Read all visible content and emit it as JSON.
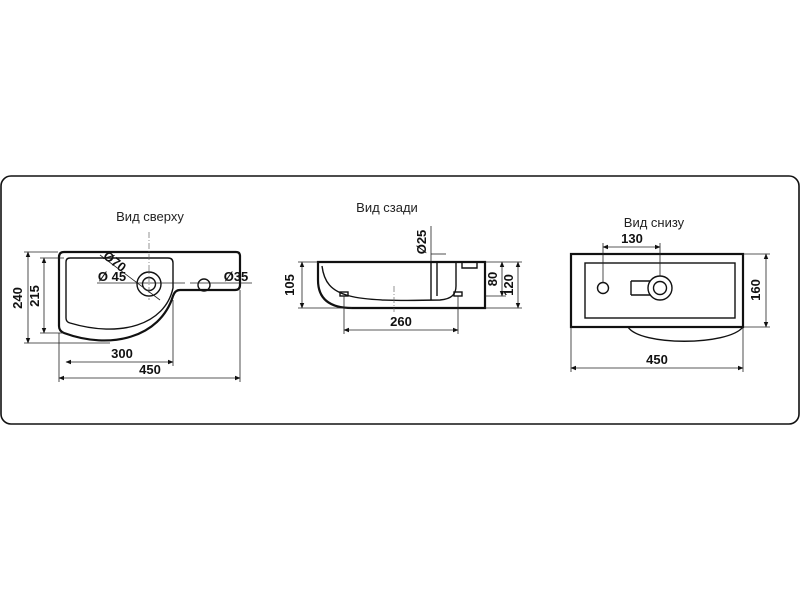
{
  "views": {
    "top": {
      "title": "Вид сверху",
      "dims": {
        "width_total": "450",
        "width_bowl": "300",
        "depth_total": "240",
        "depth_bowl": "215",
        "drain_outer": "Ø70",
        "drain_inner": "Ø 45",
        "tap_hole": "Ø35"
      }
    },
    "back": {
      "title": "Вид сзади",
      "dims": {
        "height_left": "105",
        "height_right_inner": "80",
        "height_right_outer": "120",
        "mount_spacing": "260",
        "overflow_hole": "Ø25"
      }
    },
    "bottom": {
      "title": "Вид снизу",
      "dims": {
        "hole_offset": "130",
        "depth": "160",
        "width_total": "450"
      }
    }
  }
}
